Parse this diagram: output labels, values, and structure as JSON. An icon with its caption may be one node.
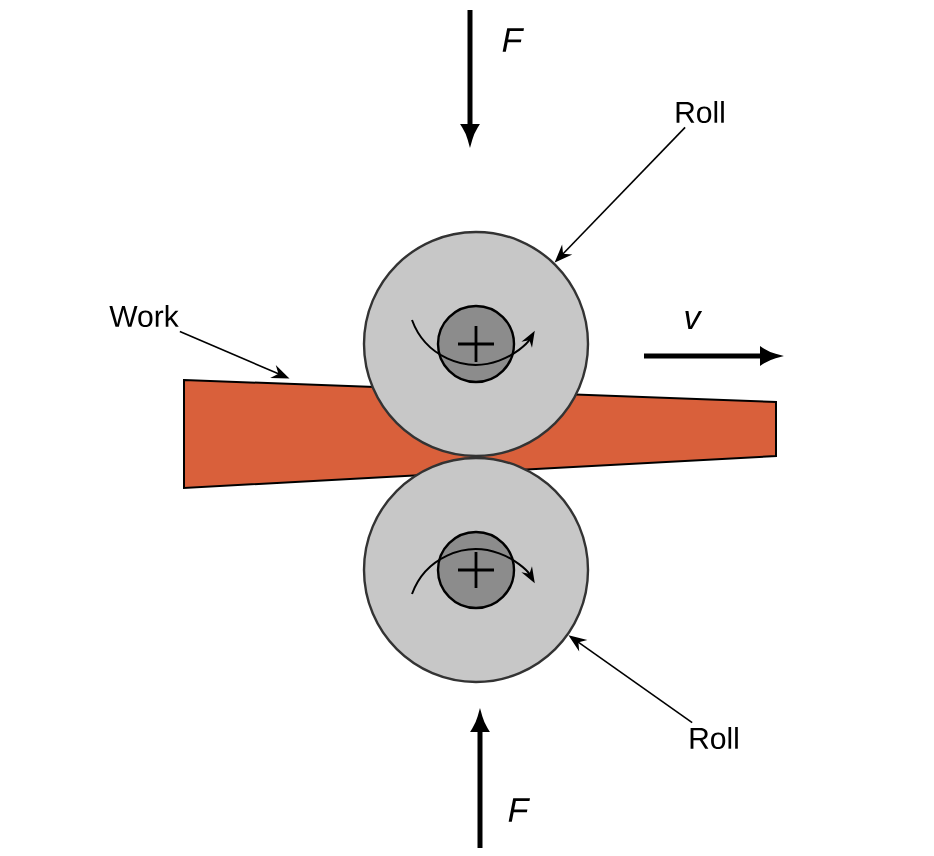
{
  "diagram": {
    "nodes": [
      {
        "text": [
          "Work"
        ]
      },
      {
        "text": [],
        "shape": "bar"
      },
      {
        "text": [
          "Roll"
        ]
      },
      {
        "text": [],
        "shape": "circle"
      },
      {
        "text": [
          "Roll"
        ]
      },
      {
        "text": [],
        "shape": "circle"
      }
    ],
    "edges": [
      {
        "from": 0,
        "to": 1,
        "arrow": "to"
      },
      {
        "from": 2,
        "to": 3,
        "arrow": "to"
      },
      {
        "from": 4,
        "to": 5,
        "arrow": "to"
      }
    ],
    "labels": [
      "F",
      "v",
      "F"
    ]
  }
}
